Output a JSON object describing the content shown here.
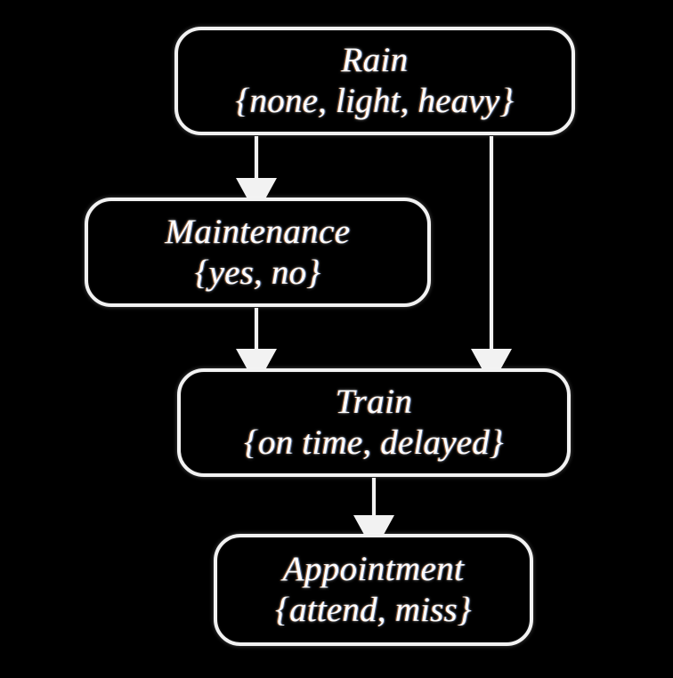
{
  "diagram": {
    "type": "bayesian-network",
    "background_color": "#000000",
    "node_border_color": "#f2f2f2",
    "node_fill_color": "#000000",
    "text_color": "#ffffff",
    "edge_color": "#f2f2f2",
    "nodes": [
      {
        "id": "rain",
        "title": "Rain",
        "states": "{none, light, heavy}",
        "states_list": [
          "none",
          "light",
          "heavy"
        ]
      },
      {
        "id": "maintenance",
        "title": "Maintenance",
        "states": "{yes, no}",
        "states_list": [
          "yes",
          "no"
        ]
      },
      {
        "id": "train",
        "title": "Train",
        "states": "{on time, delayed}",
        "states_list": [
          "on time",
          "delayed"
        ]
      },
      {
        "id": "appointment",
        "title": "Appointment",
        "states": "{attend, miss}",
        "states_list": [
          "attend",
          "miss"
        ]
      }
    ],
    "edges": [
      {
        "id": "rain-to-maintenance",
        "from": "Rain",
        "to": "Maintenance"
      },
      {
        "id": "rain-to-train",
        "from": "Rain",
        "to": "Train"
      },
      {
        "id": "maintenance-to-train",
        "from": "Maintenance",
        "to": "Train"
      },
      {
        "id": "train-to-appointment",
        "from": "Train",
        "to": "Appointment"
      }
    ]
  }
}
